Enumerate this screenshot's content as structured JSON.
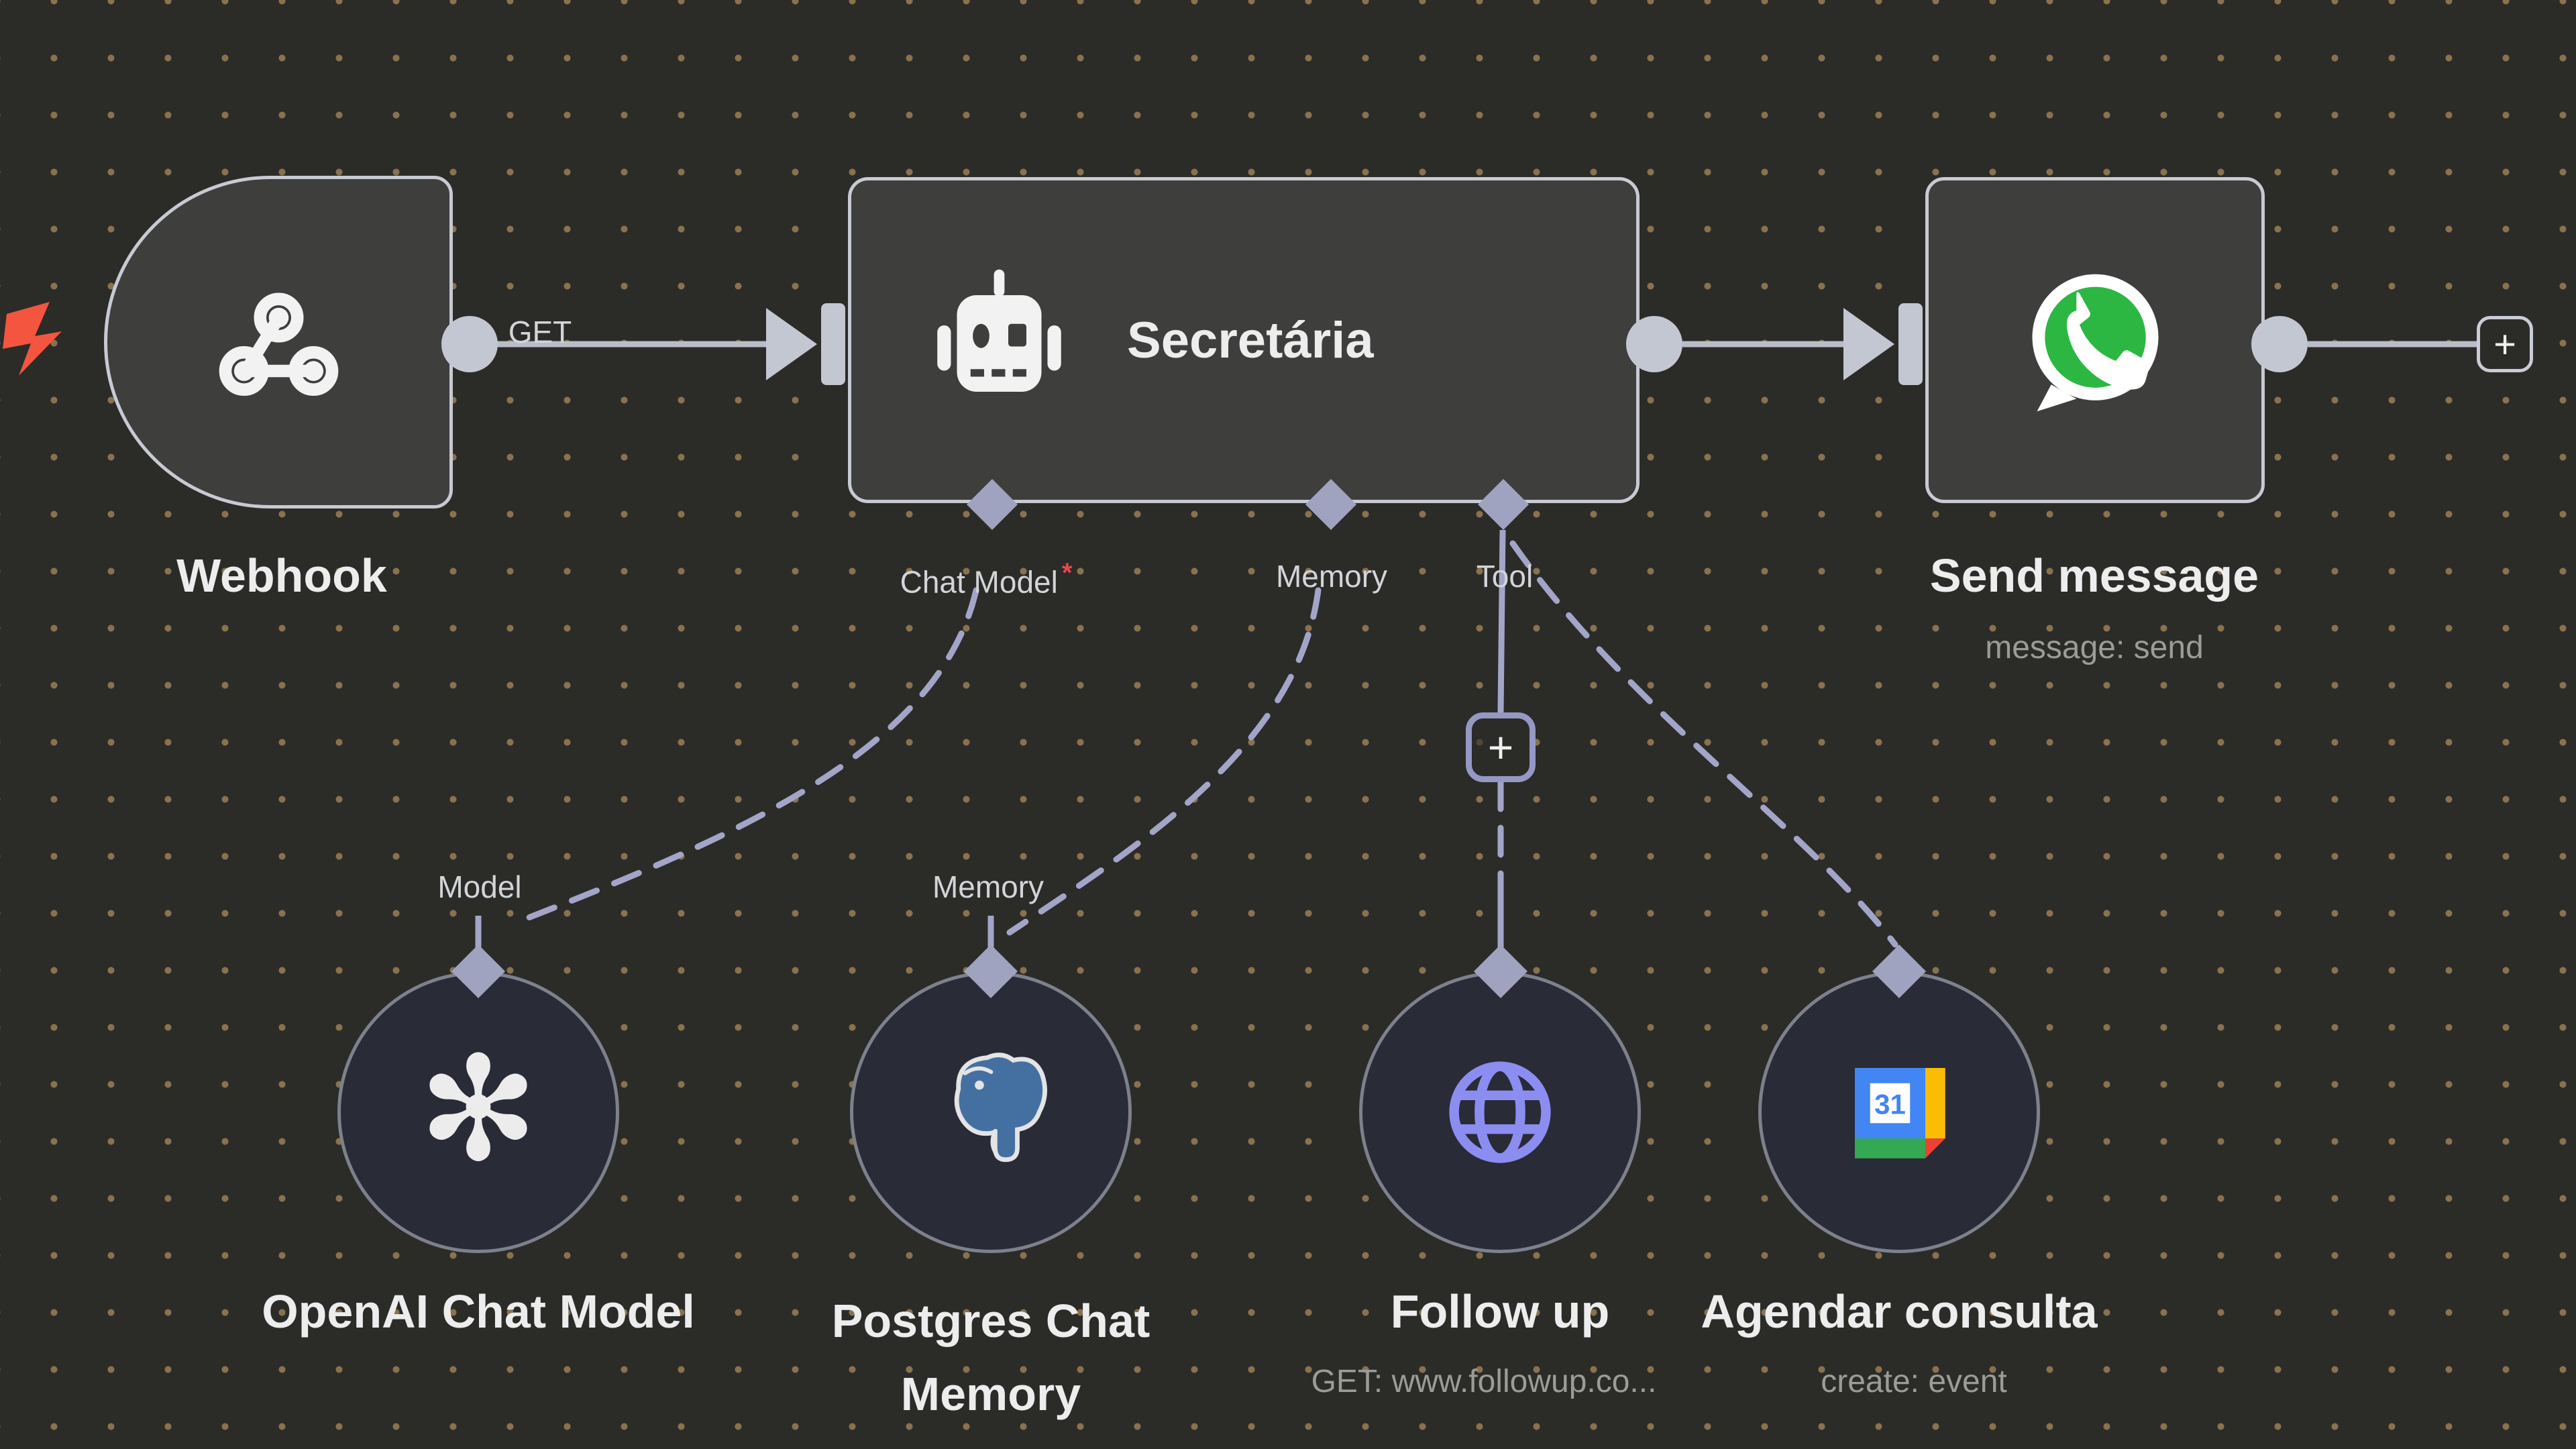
{
  "nodes": {
    "webhook": {
      "label": "Webhook"
    },
    "agent": {
      "label": "Secretária",
      "ports": [
        {
          "label": "Chat Model",
          "marker": "*"
        },
        {
          "label": "Memory",
          "marker": ""
        },
        {
          "label": "Tool",
          "marker": ""
        }
      ]
    },
    "send_message": {
      "label": "Send message",
      "subtitle": "message: send"
    },
    "openai": {
      "label": "OpenAI Chat Model",
      "port_label": "Model"
    },
    "postgres": {
      "label": "Postgres Chat Memory",
      "port_label": "Memory"
    },
    "followup": {
      "label": "Follow up",
      "subtitle": "GET: www.followup.co..."
    },
    "calendar": {
      "label": "Agendar consulta",
      "subtitle": "create: event",
      "icon_text": "31"
    }
  },
  "connections": {
    "webhook_to_agent": "GET"
  },
  "buttons": {
    "add_next": "+",
    "add_tool": "+"
  },
  "colors": {
    "canvas_bg": "#2b2b28",
    "grid_dot": "#c49e67",
    "node_fill": "#3e3e3d",
    "node_border": "#c7cad2",
    "connector_gray": "#c3c7d1",
    "accent_lavender": "#a0a3c2",
    "trigger_red": "#f4553e",
    "required_red": "#e5484d",
    "whatsapp_green": "#2cb742",
    "postgres_blue": "#4470a1",
    "globe_purple": "#8b8df0",
    "calendar_blue": "#4285F4",
    "calendar_yellow": "#FBBC04",
    "calendar_green": "#34A853",
    "calendar_red": "#EA4335"
  }
}
